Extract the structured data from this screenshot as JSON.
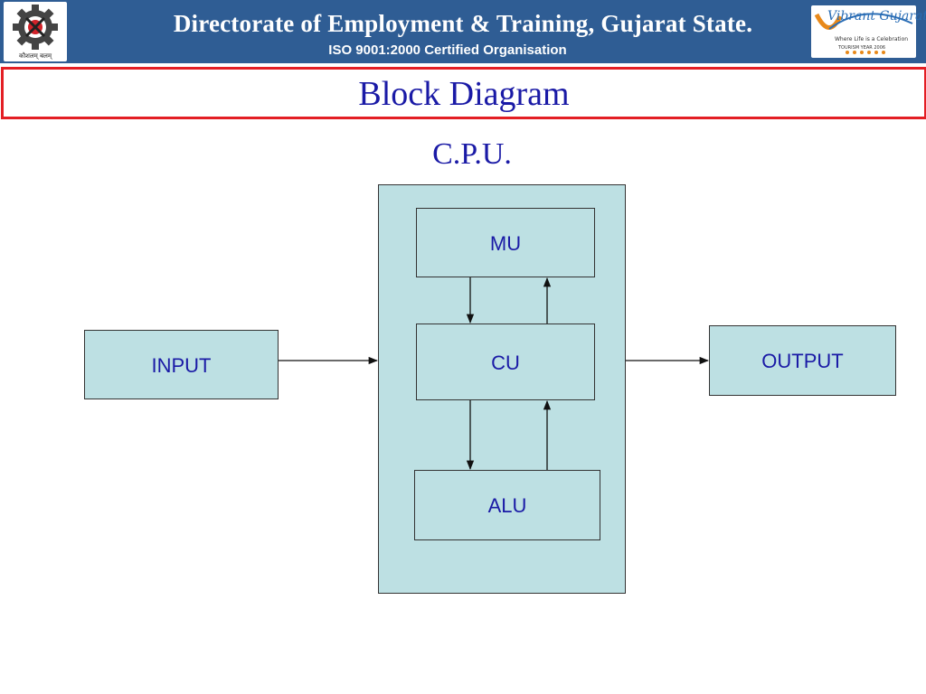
{
  "header": {
    "title": "Directorate of Employment & Training, Gujarat State.",
    "subtitle": "ISO 9001:2000 Certified Organisation",
    "logo_left_caption": "कौशलम् बलम्",
    "logo_right": {
      "name": "Vibrant Gujarat",
      "tagline": "Where Life is a Celebration",
      "year": "TOURISM YEAR 2006"
    }
  },
  "slide": {
    "title": "Block Diagram"
  },
  "diagram": {
    "cpu_label": "C.P.U.",
    "nodes": {
      "mu": "MU",
      "cu": "CU",
      "alu": "ALU",
      "input": "INPUT",
      "output": "OUTPUT"
    },
    "edges": [
      {
        "from": "INPUT",
        "to": "C.P.U."
      },
      {
        "from": "MU",
        "to": "CU"
      },
      {
        "from": "CU",
        "to": "MU"
      },
      {
        "from": "CU",
        "to": "ALU"
      },
      {
        "from": "ALU",
        "to": "CU"
      },
      {
        "from": "C.P.U.",
        "to": "OUTPUT"
      }
    ]
  },
  "colors": {
    "header_bg": "#2f5d94",
    "box_fill": "#bde0e3",
    "text_blue": "#1a1aa6",
    "title_border": "#e31e24"
  }
}
